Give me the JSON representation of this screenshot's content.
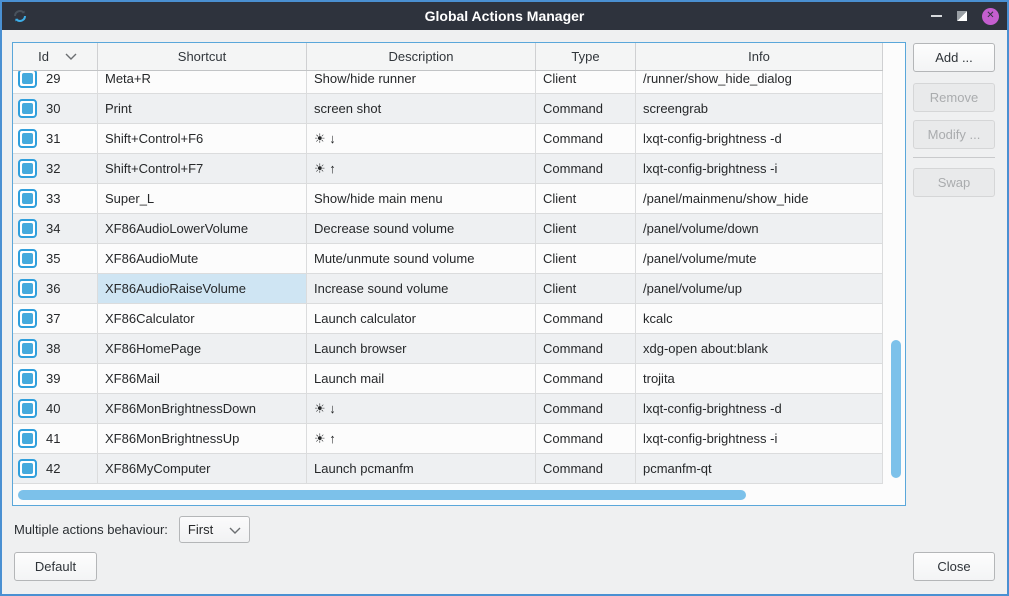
{
  "window": {
    "title": "Global Actions Manager"
  },
  "colors": {
    "accent": "#3daee9",
    "window_border": "#4a90d2",
    "titlebar_bg": "#2e333d",
    "close_button": "#c45ecf",
    "selection_bg": "#cfe5f3",
    "scrollbar_thumb": "#7cc1ea",
    "checkbox_blue": "#2f9fdc"
  },
  "table": {
    "columns": [
      {
        "label": "Id"
      },
      {
        "label": "Shortcut"
      },
      {
        "label": "Description"
      },
      {
        "label": "Type"
      },
      {
        "label": "Info"
      }
    ],
    "sort": {
      "column": "Id",
      "direction": "down"
    },
    "selection": {
      "row_id": "36",
      "column": "shortcut"
    },
    "rows": [
      {
        "checked": true,
        "id": "29",
        "shortcut": "Meta+R",
        "description": "Show/hide runner",
        "type": "Client",
        "info": "/runner/show_hide_dialog"
      },
      {
        "checked": true,
        "id": "30",
        "shortcut": "Print",
        "description": "screen shot",
        "type": "Command",
        "info": "screengrab"
      },
      {
        "checked": true,
        "id": "31",
        "shortcut": "Shift+Control+F6",
        "description": "☀ ↓",
        "type": "Command",
        "info": "lxqt-config-brightness -d"
      },
      {
        "checked": true,
        "id": "32",
        "shortcut": "Shift+Control+F7",
        "description": "☀ ↑",
        "type": "Command",
        "info": "lxqt-config-brightness -i"
      },
      {
        "checked": true,
        "id": "33",
        "shortcut": "Super_L",
        "description": "Show/hide main menu",
        "type": "Client",
        "info": "/panel/mainmenu/show_hide"
      },
      {
        "checked": true,
        "id": "34",
        "shortcut": "XF86AudioLowerVolume",
        "description": "Decrease sound volume",
        "type": "Client",
        "info": "/panel/volume/down"
      },
      {
        "checked": true,
        "id": "35",
        "shortcut": "XF86AudioMute",
        "description": "Mute/unmute sound volume",
        "type": "Client",
        "info": "/panel/volume/mute"
      },
      {
        "checked": true,
        "id": "36",
        "shortcut": "XF86AudioRaiseVolume",
        "description": "Increase sound volume",
        "type": "Client",
        "info": "/panel/volume/up"
      },
      {
        "checked": true,
        "id": "37",
        "shortcut": "XF86Calculator",
        "description": "Launch calculator",
        "type": "Command",
        "info": "kcalc"
      },
      {
        "checked": true,
        "id": "38",
        "shortcut": "XF86HomePage",
        "description": "Launch browser",
        "type": "Command",
        "info": "xdg-open about:blank"
      },
      {
        "checked": true,
        "id": "39",
        "shortcut": "XF86Mail",
        "description": "Launch mail",
        "type": "Command",
        "info": "trojita"
      },
      {
        "checked": true,
        "id": "40",
        "shortcut": "XF86MonBrightnessDown",
        "description": "☀ ↓",
        "type": "Command",
        "info": "lxqt-config-brightness -d"
      },
      {
        "checked": true,
        "id": "41",
        "shortcut": "XF86MonBrightnessUp",
        "description": "☀ ↑",
        "type": "Command",
        "info": "lxqt-config-brightness -i"
      },
      {
        "checked": true,
        "id": "42",
        "shortcut": "XF86MyComputer",
        "description": "Launch pcmanfm",
        "type": "Command",
        "info": "pcmanfm-qt"
      }
    ]
  },
  "side_panel": {
    "buttons": [
      {
        "label": "Add ...",
        "enabled": true
      },
      {
        "label": "Remove",
        "enabled": false
      },
      {
        "label": "Modify ...",
        "enabled": false
      },
      {
        "label": "Swap",
        "enabled": false
      }
    ]
  },
  "footer": {
    "behaviour_label": "Multiple actions behaviour:",
    "behaviour_value": "First",
    "default_button": "Default",
    "close_button": "Close"
  }
}
